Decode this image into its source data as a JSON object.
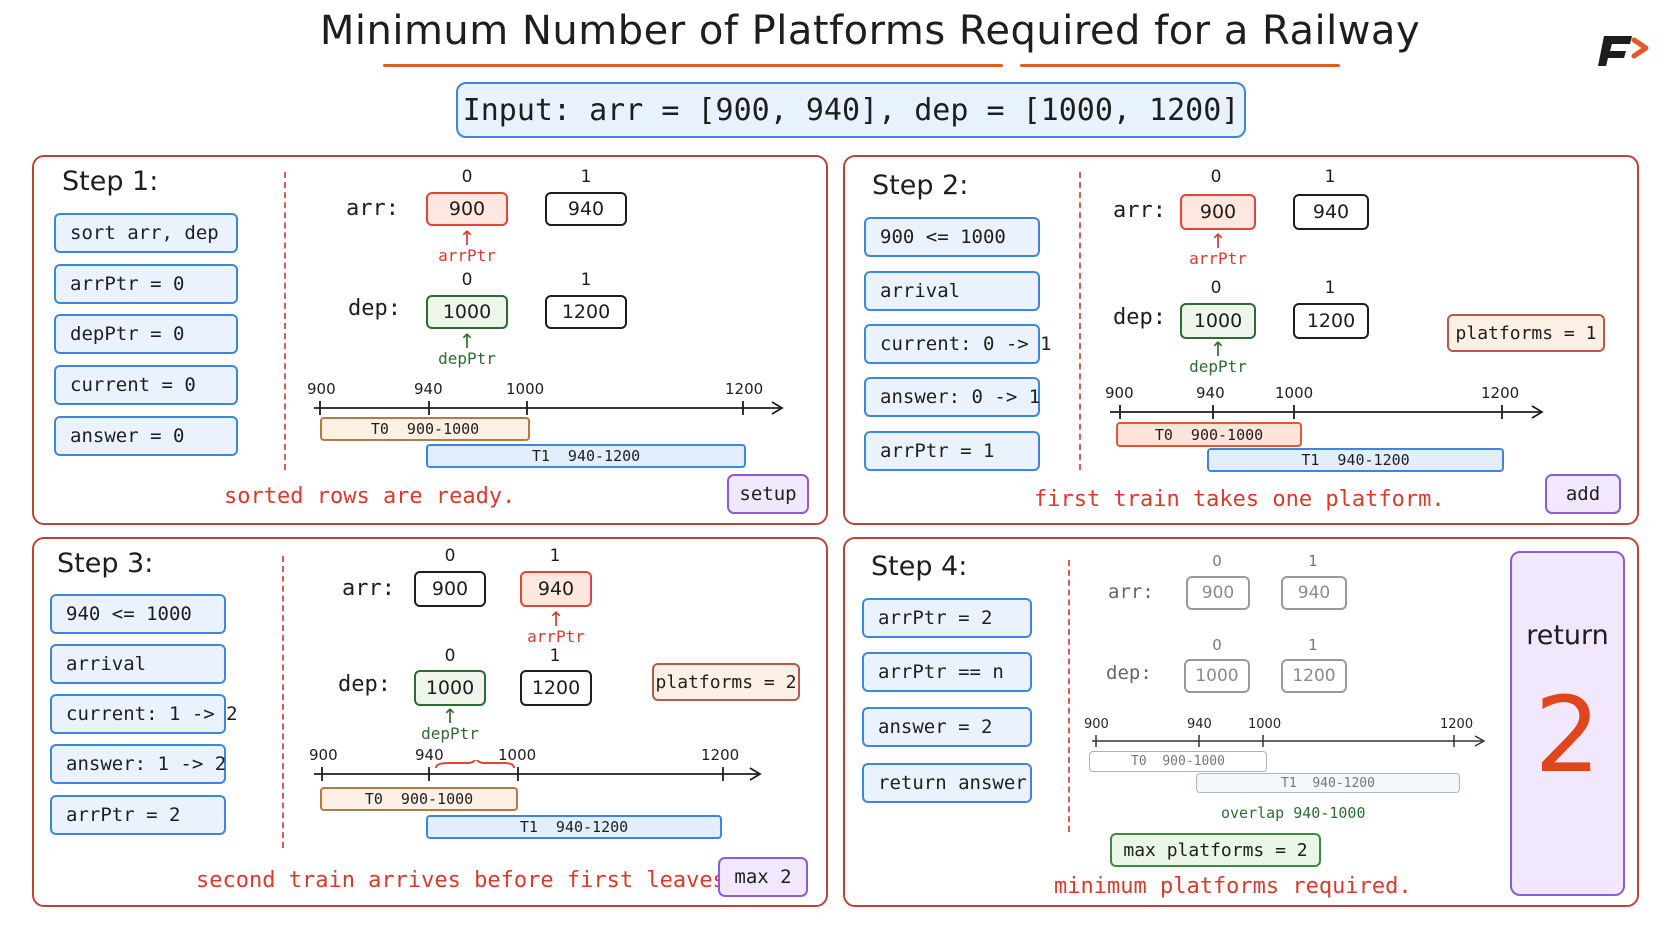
{
  "title": "Minimum Number of Platforms Required for a Railway",
  "input": "Input:  arr = [900, 940], dep = [1000, 1200]",
  "colors": {
    "accent": "#e05a2a",
    "panel_border": "#b8453a",
    "code_box": "#3d86e0",
    "tag": "#8e5bd8"
  },
  "step1": {
    "title": "Step 1:",
    "code": [
      "sort arr, dep",
      "arrPtr = 0",
      "depPtr = 0",
      "current = 0",
      "answer = 0"
    ],
    "arr_label": "arr:",
    "dep_label": "dep:",
    "idx0": "0",
    "idx1": "1",
    "arr": [
      "900",
      "940"
    ],
    "dep": [
      "1000",
      "1200"
    ],
    "arr_ptr": "arrPtr",
    "dep_ptr": "depPtr",
    "ticks": [
      "900",
      "940",
      "1000",
      "1200"
    ],
    "t0": "T0  900-1000",
    "t1": "T1  940-1200",
    "caption": "sorted rows are ready.",
    "tag": "setup"
  },
  "step2": {
    "title": "Step 2:",
    "code": [
      "900 <= 1000",
      "arrival",
      "current: 0 -> 1",
      "answer: 0 -> 1",
      "arrPtr = 1"
    ],
    "arr_label": "arr:",
    "dep_label": "dep:",
    "idx0": "0",
    "idx1": "1",
    "arr": [
      "900",
      "940"
    ],
    "dep": [
      "1000",
      "1200"
    ],
    "arr_ptr": "arrPtr",
    "dep_ptr": "depPtr",
    "platforms": "platforms = 1",
    "ticks": [
      "900",
      "940",
      "1000",
      "1200"
    ],
    "t0": "T0  900-1000",
    "t1": "T1  940-1200",
    "caption": "first train takes one platform.",
    "tag": "add"
  },
  "step3": {
    "title": "Step 3:",
    "code": [
      "940 <= 1000",
      "arrival",
      "current: 1 -> 2",
      "answer: 1 -> 2",
      "arrPtr = 2"
    ],
    "arr_label": "arr:",
    "dep_label": "dep:",
    "idx0": "0",
    "idx1": "1",
    "arr": [
      "900",
      "940"
    ],
    "dep": [
      "1000",
      "1200"
    ],
    "arr_ptr": "arrPtr",
    "dep_ptr": "depPtr",
    "platforms": "platforms = 2",
    "ticks": [
      "900",
      "940",
      "1000",
      "1200"
    ],
    "t0": "T0  900-1000",
    "t1": "T1  940-1200",
    "caption": "second train arrives before first leaves.",
    "tag": "max 2"
  },
  "step4": {
    "title": "Step 4:",
    "code": [
      "arrPtr = 2",
      "arrPtr == n",
      "answer = 2",
      "return answer"
    ],
    "arr_label": "arr:",
    "dep_label": "dep:",
    "idx0": "0",
    "idx1": "1",
    "arr": [
      "900",
      "940"
    ],
    "dep": [
      "1000",
      "1200"
    ],
    "ticks": [
      "900",
      "940",
      "1000",
      "1200"
    ],
    "t0": "T0  900-1000",
    "t1": "T1  940-1200",
    "overlap": "overlap 940-1000",
    "max_platforms": "max platforms = 2",
    "caption": "minimum platforms required.",
    "return_label": "return",
    "return_value": "2"
  }
}
